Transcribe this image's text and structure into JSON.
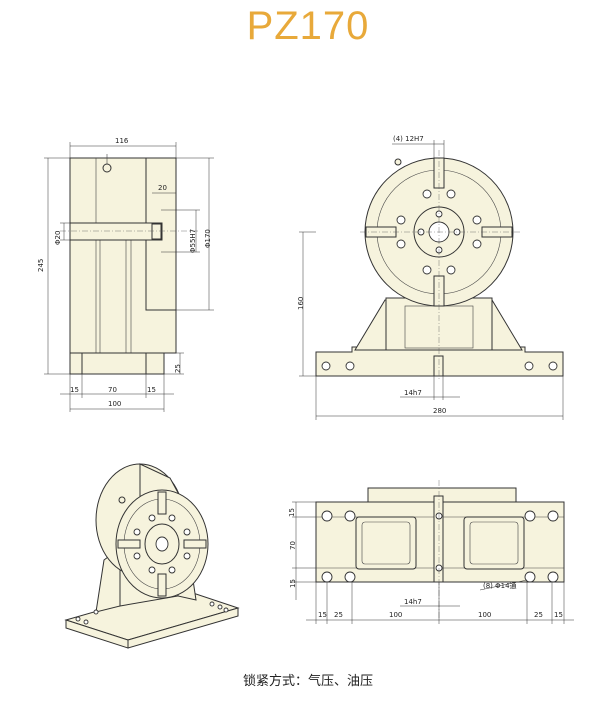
{
  "title": "PZ170",
  "footer": "锁紧方式：气压、油压",
  "colors": {
    "accent": "#e8a93a",
    "part_fill": "#f6f3dd",
    "line": "#333333"
  },
  "side_view": {
    "dim_top": "116",
    "dim_height": "245",
    "dim_right_20": "20",
    "dim_bore": "Φ20",
    "dim_55": "Φ55H7",
    "dim_170": "Φ170",
    "dim_base": "25",
    "dim_15_left": "15",
    "dim_70": "70",
    "dim_15_right": "15",
    "dim_100": "100"
  },
  "front_view": {
    "dim_slot": "(4) 12H7",
    "dim_center_height": "160",
    "dim_key": "14h7",
    "dim_width": "280"
  },
  "top_view": {
    "dim_15_top": "15",
    "dim_70": "70",
    "dim_15_bottom": "15",
    "dim_key": "14h7",
    "dim_holes": "(8) Φ14通",
    "dim_row": [
      "15",
      "25",
      "100",
      "100",
      "25",
      "15"
    ]
  }
}
